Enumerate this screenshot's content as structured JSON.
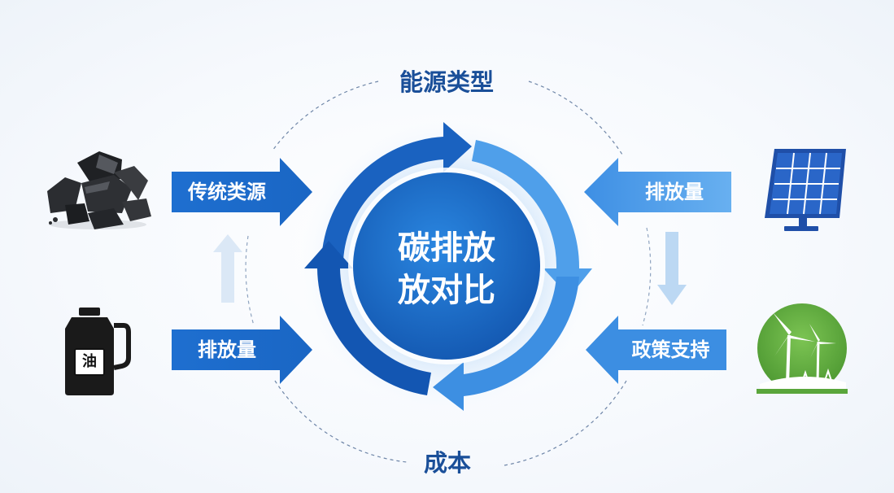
{
  "center": {
    "line1": "碳排放",
    "line2": "放对比"
  },
  "top_label": "能源类型",
  "bottom_label": "成本",
  "arrows": {
    "left_top": "传统类源",
    "left_bottom": "排放量",
    "right_top": "排放量",
    "right_bottom": "政策支持"
  },
  "icons": {
    "coal": "coal-icon",
    "oil": "oil-canister-icon",
    "oil_char": "油",
    "solar": "solar-panel-icon",
    "wind": "wind-turbine-icon"
  },
  "colors": {
    "dark_blue": "#1565c0",
    "mid_blue": "#2f86e0",
    "light_blue": "#5aa9ee",
    "label_blue": "#1a4f99",
    "green": "#5aa63b"
  }
}
